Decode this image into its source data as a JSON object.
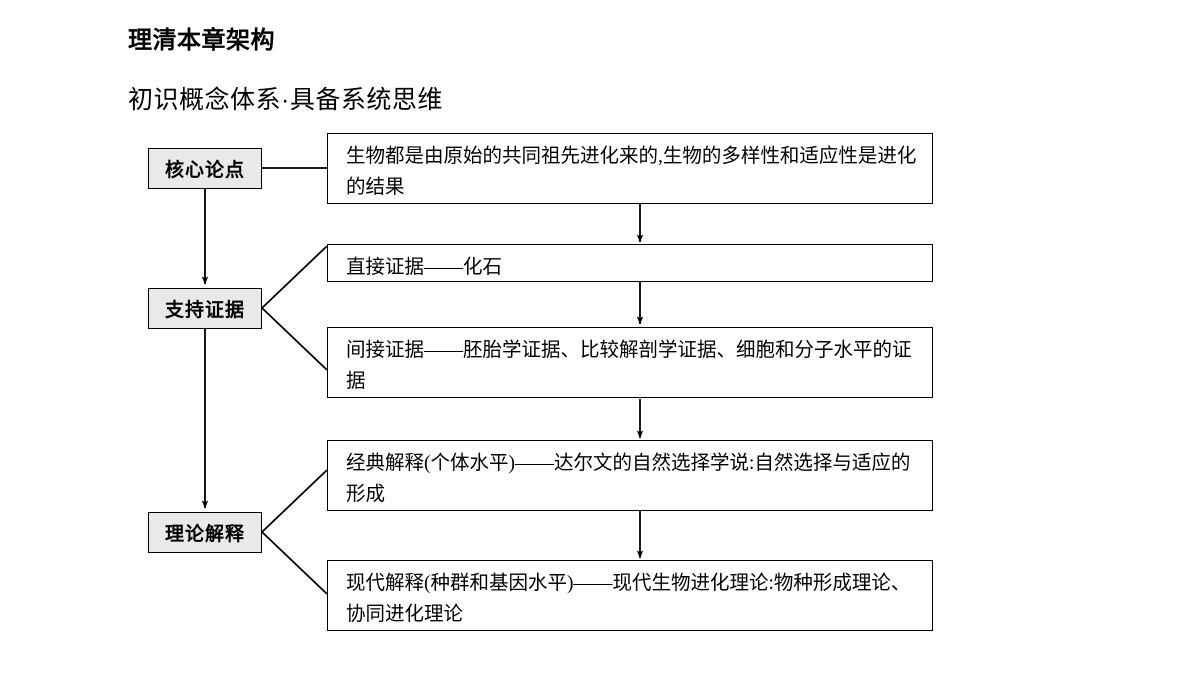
{
  "page": {
    "heading": "理清本章架构",
    "subheading": "初识概念体系·具备系统思维"
  },
  "diagram": {
    "type": "flowchart",
    "orientation": "left-labels-to-right-boxes",
    "stages": [
      {
        "id": "core-claim",
        "label": "核心论点"
      },
      {
        "id": "supporting-evidence",
        "label": "支持证据"
      },
      {
        "id": "theory-explanation",
        "label": "理论解释"
      }
    ],
    "boxes": [
      {
        "id": "box-core-claim",
        "stage": "核心论点",
        "text": "生物都是由原始的共同祖先进化来的,生物的多样性和适应性是进化的结果"
      },
      {
        "id": "box-direct-evidence",
        "stage": "支持证据",
        "text": "直接证据——化石"
      },
      {
        "id": "box-indirect-evidence",
        "stage": "支持证据",
        "text": "间接证据——胚胎学证据、比较解剖学证据、细胞和分子水平的证据"
      },
      {
        "id": "box-classic-explanation",
        "stage": "理论解释",
        "text": "经典解释(个体水平)——达尔文的自然选择学说:自然选择与适应的形成"
      },
      {
        "id": "box-modern-explanation",
        "stage": "理论解释",
        "text": "现代解释(种群和基因水平)——现代生物进化理论:物种形成理论、协同进化理论"
      }
    ],
    "colors": {
      "label_fill": "#e9e9e9",
      "border": "#000000",
      "box_fill": "#ffffff",
      "text": "#000000"
    }
  }
}
